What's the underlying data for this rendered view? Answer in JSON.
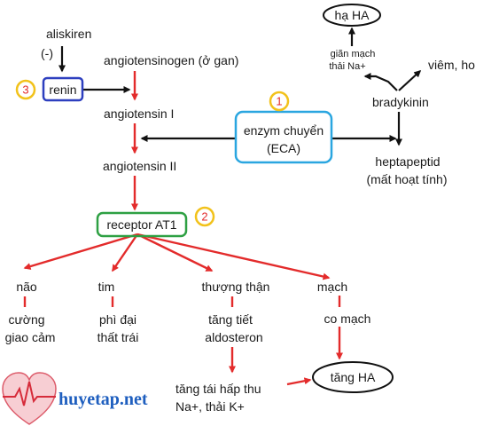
{
  "diagram": {
    "nodes": {
      "aliskiren": "aliskiren",
      "aliskiren_sign": "(-)",
      "renin": "renin",
      "angiotensinogen": "angiotensinogen (ở gan)",
      "angiotensin_1": "angiotensin I",
      "angiotensin_2": "angiotensin II",
      "enzyme_line1": "enzym chuyển",
      "enzyme_line2": "(ECA)",
      "bradykinin": "bradykinin",
      "viem_ho": "viêm, ho",
      "vasodilation_line1": "giãn mạch",
      "vasodilation_line2": "thải Na+",
      "ha_ha": "hạ HA",
      "heptapeptid_line1": "heptapeptid",
      "heptapeptid_line2": "(mất hoạt tính)",
      "receptor": "receptor AT1",
      "nao": "não",
      "nao_effect_line1": "cường",
      "nao_effect_line2": "giao cảm",
      "tim": "tim",
      "tim_effect_line1": "phì đại",
      "tim_effect_line2": "thất trái",
      "thuong_than": "thượng thận",
      "tt_effect_line1": "tăng tiết",
      "tt_effect_line2": "aldosteron",
      "tt_result_line1": "tăng tái hấp thu",
      "tt_result_line2": "Na+, thải K+",
      "mach": "mạch",
      "mach_effect": "co mạch",
      "tang_ha": "tăng HA"
    },
    "markers": {
      "m1": "1",
      "m2": "2",
      "m3": "3"
    },
    "colors": {
      "red_arrow": "#e32b2b",
      "black_arrow": "#111111",
      "renin_box": "#2d3fbf",
      "enzyme_box": "#2aa6e0",
      "receptor_box": "#2ea043",
      "marker_circle": "#f2c21b",
      "marker_text": "#e32b2b",
      "watermark": "#1f5fbf"
    }
  },
  "watermark": {
    "text": "huyetap.net",
    "icon": "heart-pulse-icon"
  }
}
